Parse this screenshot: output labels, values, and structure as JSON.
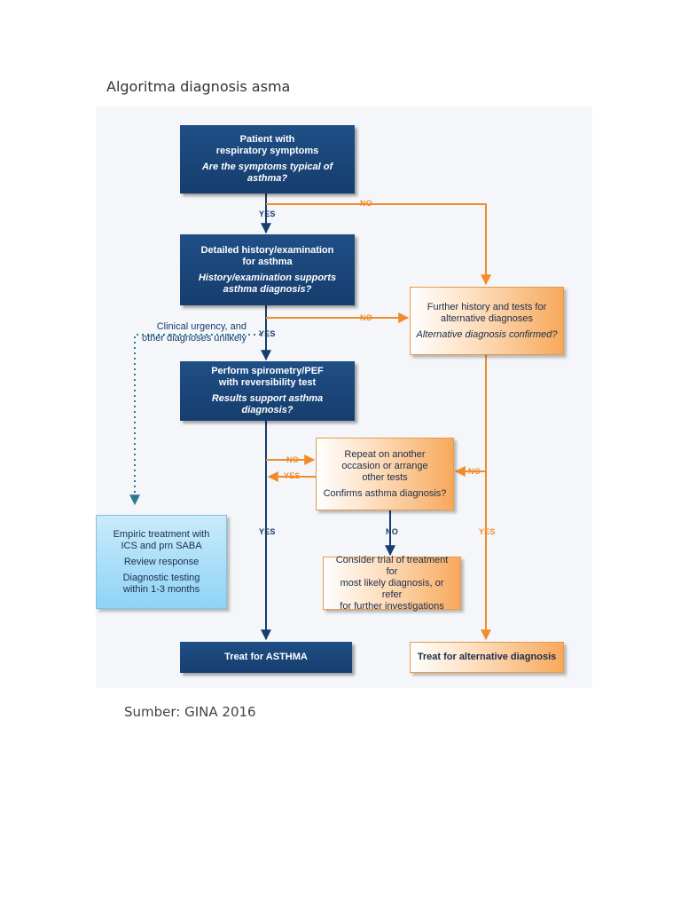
{
  "page": {
    "title": "Algoritma diagnosis asma",
    "source": "Sumber: GINA 2016"
  },
  "flowchart": {
    "nodes": {
      "start": {
        "line1": "Patient with",
        "line2": "respiratory symptoms",
        "question": "Are the symptoms typical of asthma?"
      },
      "history": {
        "line1": "Detailed history/examination",
        "line2": "for asthma",
        "question_line1": "History/examination supports",
        "question_line2": "asthma diagnosis?"
      },
      "further": {
        "line1": "Further history and tests for",
        "line2": "alternative diagnoses",
        "question": "Alternative diagnosis confirmed?"
      },
      "spirometry": {
        "line1": "Perform spirometry/PEF",
        "line2": "with reversibility test",
        "question": "Results support asthma diagnosis?"
      },
      "repeat": {
        "line1": "Repeat on another",
        "line2": "occasion or arrange",
        "line3": "other tests",
        "question": "Confirms asthma diagnosis?"
      },
      "empiric": {
        "line1": "Empiric treatment with",
        "line2": "ICS and prn SABA",
        "line3": "Review response",
        "line4": "Diagnostic testing",
        "line5": "within 1-3 months"
      },
      "consider": {
        "line1": "Consider trial of treatment for",
        "line2": "most likely diagnosis, or refer",
        "line3": "for further investigations"
      },
      "treat_asthma": {
        "label": "Treat for ASTHMA"
      },
      "treat_alt": {
        "label": "Treat for alternative diagnosis"
      }
    },
    "edge_labels": {
      "yes_1": "YES",
      "no_1": "NO",
      "no_2": "NO",
      "yes_2": "YES",
      "no_3": "NO",
      "yes_3": "YES",
      "no_4": "NO",
      "yes_4": "YES",
      "no_5": "NO",
      "yes_5": "YES"
    },
    "side_note": {
      "line1": "Clinical urgency, and",
      "line2": "other diagnoses unlikely"
    },
    "colors": {
      "navy": "#163d6e",
      "orange": "#f08c2a",
      "light_blue": "#8fd3f5",
      "dotted": "#2a7a8c"
    }
  }
}
